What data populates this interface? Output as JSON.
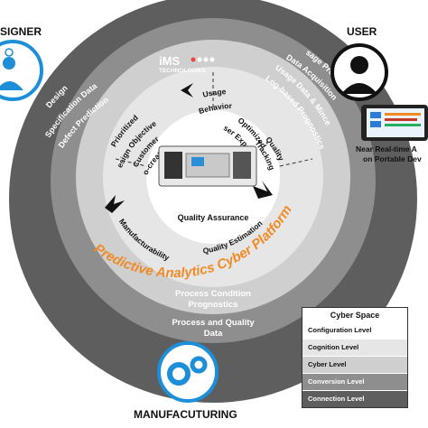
{
  "roles": {
    "designer": "SIGNER",
    "user": "USER",
    "manufacturing": "MANUFACUTURING"
  },
  "logo": {
    "main": "iMS",
    "sub": "TECHNOLOGIES"
  },
  "outer_ring": {
    "design": [
      "Design",
      "Specification Data",
      "Defect Prediction"
    ],
    "usage": [
      "Usage Process",
      "Data Acquisition",
      "Usage Data & Mince",
      "Log-based Prognostics"
    ],
    "process_condition": [
      "Process Condition",
      "Prognostics"
    ],
    "process_quality": [
      "Process and Quality",
      "Data"
    ]
  },
  "middle_ring": {
    "platform": "Predictive Analytics Cyber Platform",
    "usage_behavior": [
      "Usage",
      "Behavior"
    ],
    "prioritized": [
      "Prioritized",
      "Design Objectives"
    ],
    "customer": [
      "Customer",
      "Co-creation"
    ],
    "optimized": [
      "Optimized",
      "User Experience"
    ],
    "quality_tracking": [
      "Quality",
      "Tracking"
    ],
    "manufacturability": "Manufacturability",
    "quality_estimation": "Quality Estimation",
    "quality_assurance": "Quality Assurance"
  },
  "user_device_caption": [
    "Near Real-time A",
    "on Portable Dev"
  ],
  "legend": {
    "title": "Cyber Space",
    "rows": [
      {
        "label": "Configuration Level",
        "color": "#ffffff"
      },
      {
        "label": "Cognition Level",
        "color": "#e6e6e6"
      },
      {
        "label": "Cyber Level",
        "color": "#cfcfcf"
      },
      {
        "label": "Conversion Level",
        "color": "#8e8e8e"
      },
      {
        "label": "Connection Level",
        "color": "#5e5e5e"
      }
    ]
  },
  "colors": {
    "outer_ring": "#5e5e5e",
    "ring2": "#8e8e8e",
    "ring3": "#cfcfcf",
    "ring4": "#e6e6e6",
    "center": "#ffffff",
    "platform_text": "#f08a24",
    "icon_blue": "#1d8fd8"
  }
}
